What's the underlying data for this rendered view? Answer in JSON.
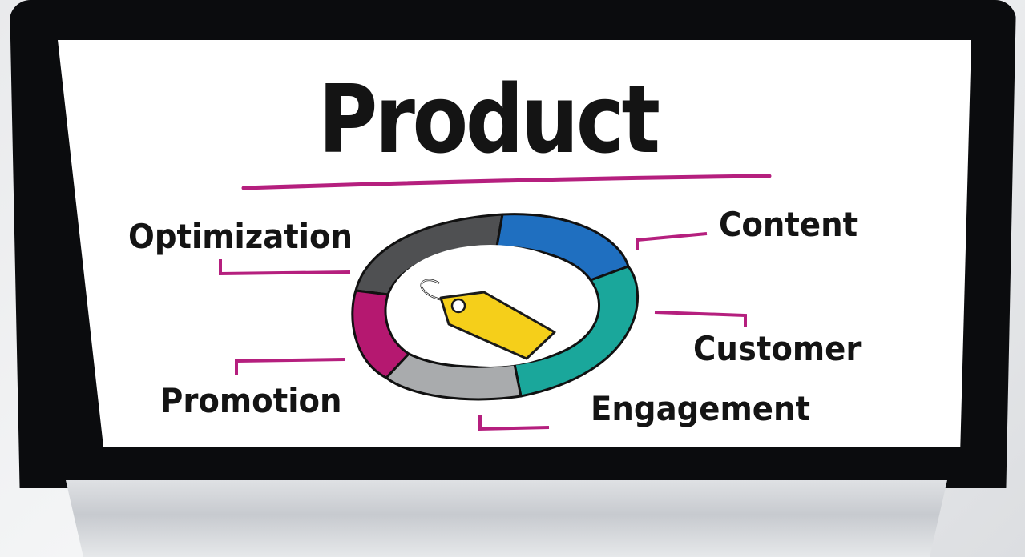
{
  "title": "Product",
  "labels": {
    "optimization": "Optimization",
    "content": "Content",
    "customer": "Customer",
    "promotion": "Promotion",
    "engagement": "Engagement"
  },
  "colors": {
    "underline": "#b51f7e",
    "segment_dark_gray": "#4f5052",
    "segment_blue": "#1f6fc0",
    "segment_teal": "#1aa79b",
    "segment_light_gray": "#a9abad",
    "segment_magenta": "#b51870",
    "tag": "#f5cf1a"
  },
  "icons": [
    "price-tag-icon"
  ]
}
